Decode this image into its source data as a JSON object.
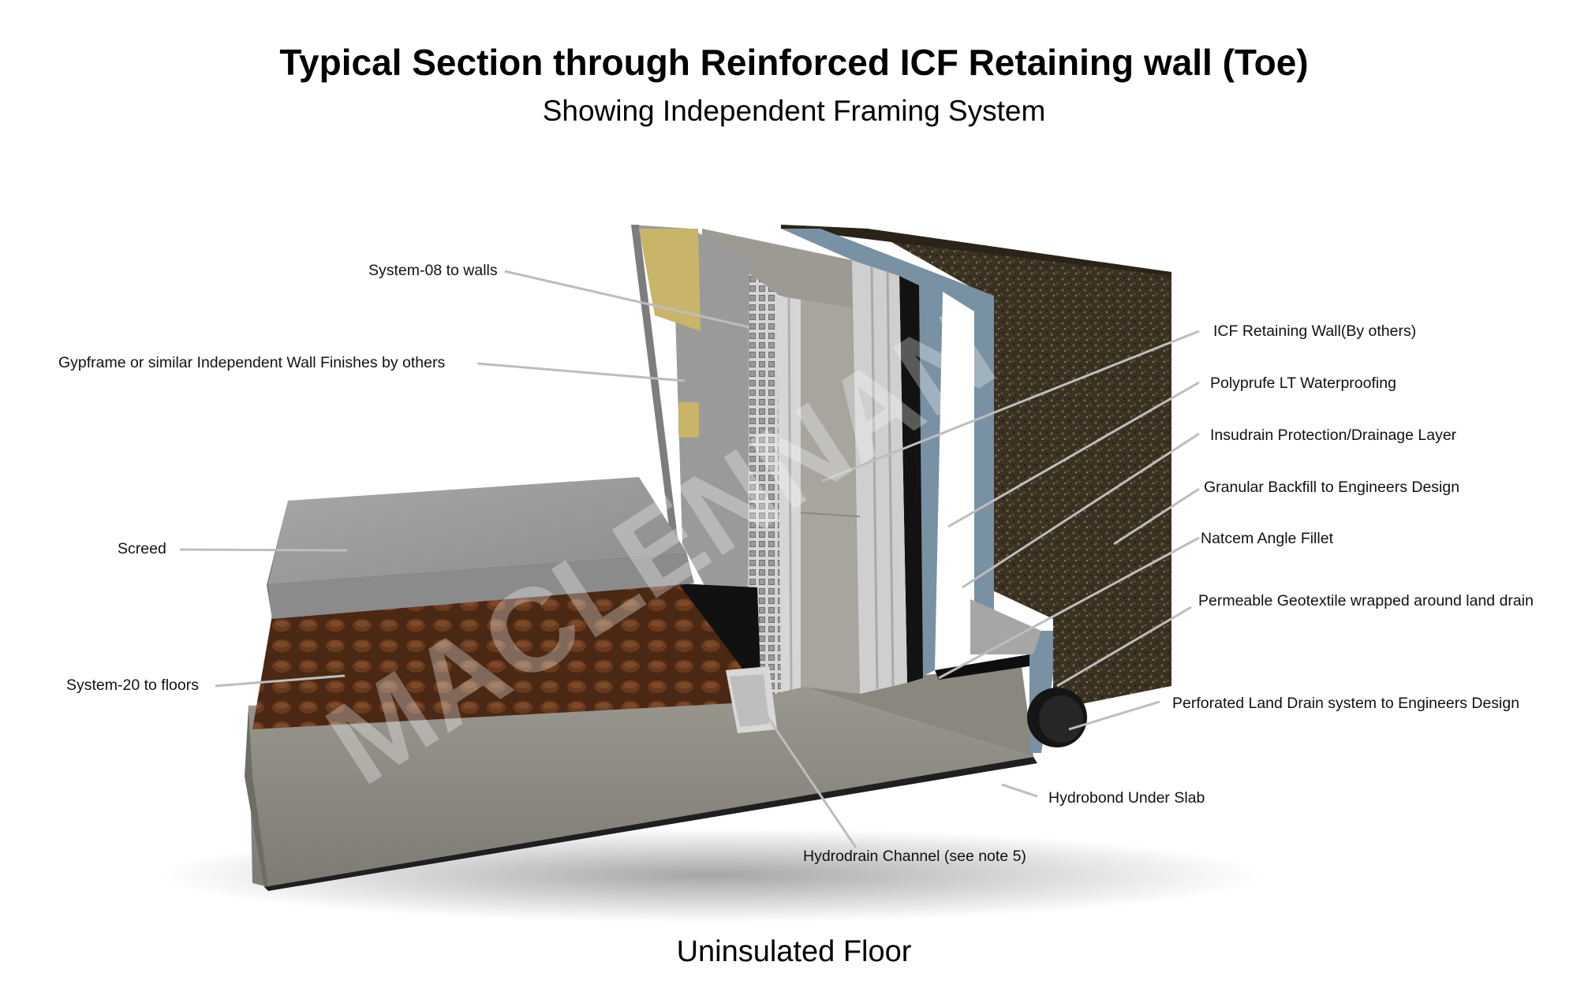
{
  "title": "Typical Section through Reinforced ICF Retaining wall (Toe)",
  "subtitle": "Showing Independent Framing System",
  "footer": "Uninsulated Floor",
  "watermark": "MACLENNAN",
  "labels": {
    "system08": "System-08 to walls",
    "gypframe": "Gypframe or similar Independent Wall Finishes by others",
    "screed": "Screed",
    "system20": "System-20 to floors",
    "icf": "ICF Retaining Wall(By others)",
    "polyprufe": "Polyprufe LT Waterproofing",
    "insudrain": "Insudrain Protection/Drainage Layer",
    "backfill": "Granular Backfill to Engineers Design",
    "natcem": "Natcem Angle Fillet",
    "geotextile": "Permeable Geotextile wrapped around land drain",
    "landdrain": "Perforated Land Drain system to Engineers Design",
    "hydrobond": "Hydrobond Under Slab",
    "hydrodrain": "Hydrodrain Channel (see  note 5)"
  },
  "colors": {
    "concrete": "#8f8c86",
    "screed": "#9c9c9c",
    "membrane": "#4a2a16",
    "waterproofing": "#7d94a4",
    "backfill": "#3a3020",
    "insulation": "#c9b46c"
  }
}
